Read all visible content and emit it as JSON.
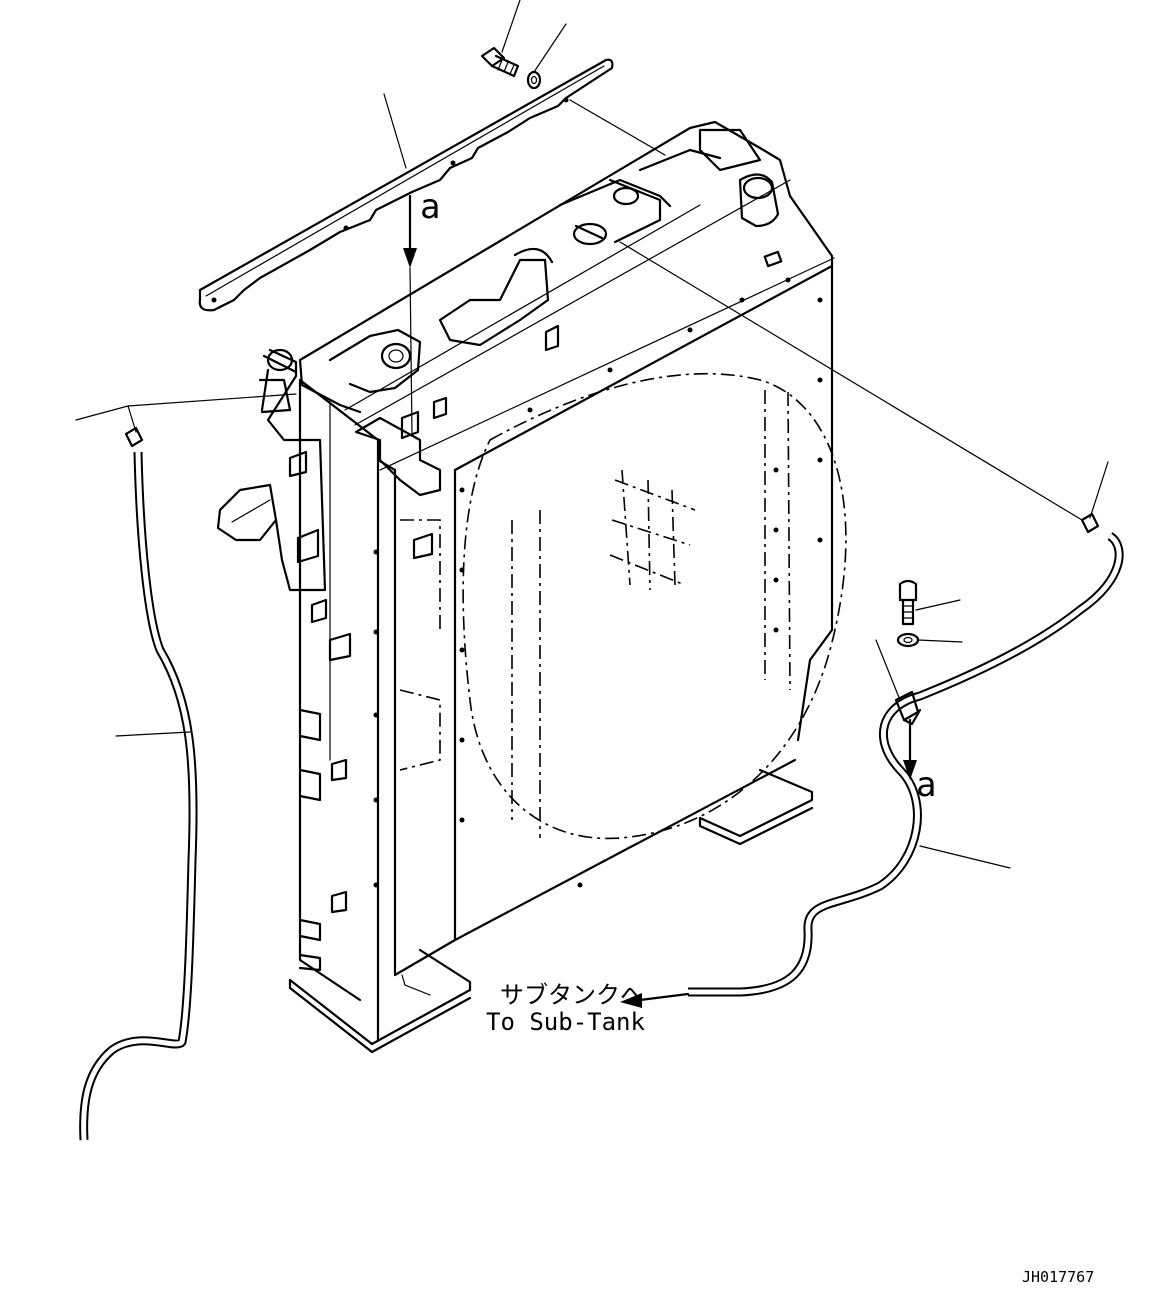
{
  "labels": {
    "view_marker": "a",
    "destination_jp": "サブタンクへ",
    "destination_en": "To Sub-Tank",
    "drawing_code": "JH017767"
  },
  "icons": {
    "arrow": "arrow-icon",
    "bolt": "bolt-icon",
    "washer": "washer-icon",
    "clamp": "clamp-icon"
  }
}
